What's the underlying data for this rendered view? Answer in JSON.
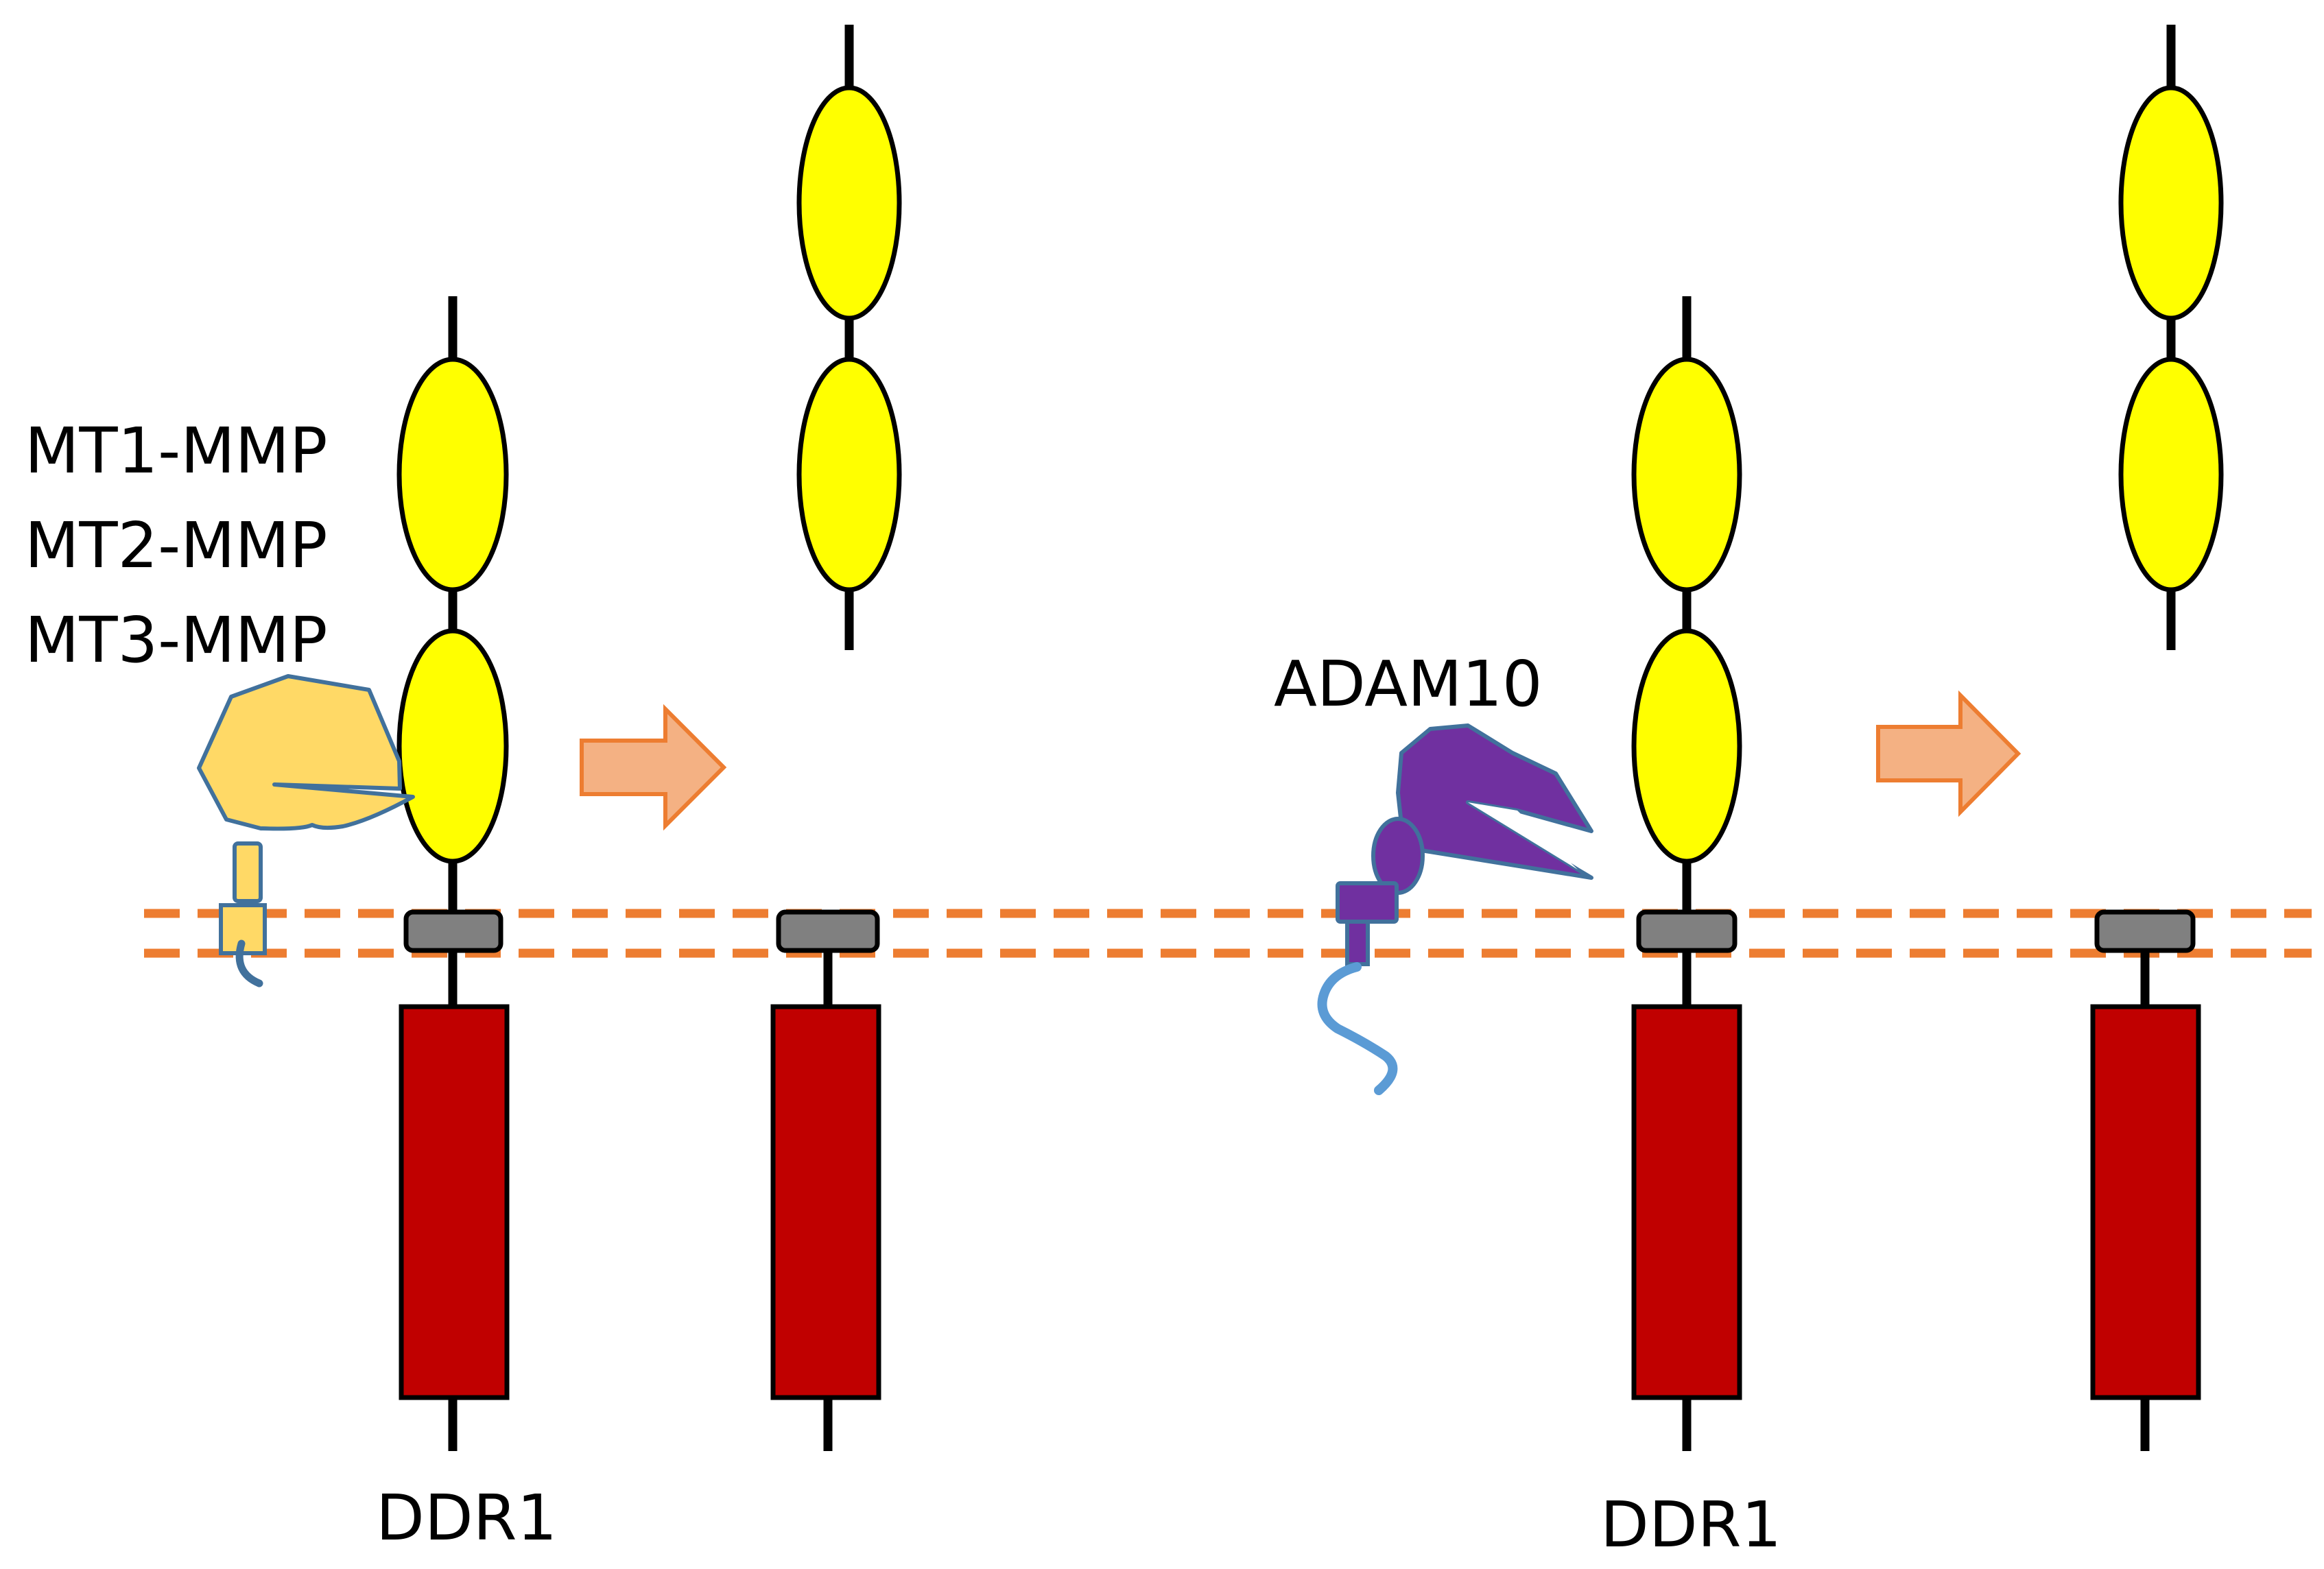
{
  "labels": {
    "mt1": "MT1-MMP",
    "mt2": "MT2-MMP",
    "mt3": "MT3-MMP",
    "adam10": "ADAM10",
    "ddr1_left": "DDR1",
    "ddr1_right": "DDR1"
  },
  "colors": {
    "domain_yellow": "#FFFF00",
    "kinase_red": "#C00000",
    "tm_gray": "#808080",
    "membrane_orange": "#ED7D31",
    "arrow_fill": "#F4B183",
    "mmp_fill": "#FFD966",
    "mmp_stroke": "#41719C",
    "adam_fill": "#7030A0",
    "adam_tail": "#5B9BD5"
  }
}
